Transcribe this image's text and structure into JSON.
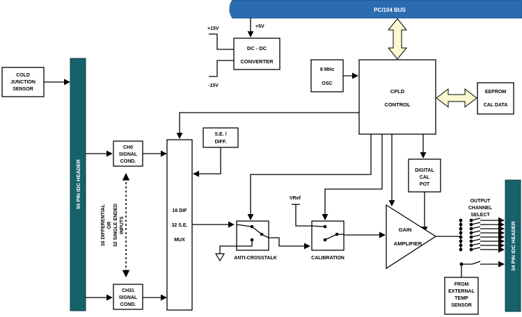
{
  "colors": {
    "bus": "#2b6cb0",
    "bus_edge": "#1e4f86",
    "header": "#17626a",
    "bidir_arrow_fill": "#fcf8cf",
    "line": "#000000",
    "background": "#ffffff"
  },
  "labels": {
    "pc104_bus": "PC/104 BUS",
    "plus5v": "+5V",
    "plus15v": "+15V",
    "minus15v": "-15V",
    "dcdc_line1": "DC - DC",
    "dcdc_line2": "CONVERTER",
    "cold_line1": "COLD",
    "cold_line2": "JUNCTION",
    "cold_line3": "SENSOR",
    "osc_line1": "8 MHz",
    "osc_line2": "OSC",
    "cpld_line1": "CPLD",
    "cpld_line2": "CONTROL",
    "eeprom_line1": "EEPROM",
    "eeprom_line2": "CAL DATA",
    "header50": "50 PIN IDC HEADER",
    "header34": "34 PIN IDC HEADER",
    "ch0_line1": "CH0",
    "ch0_line2": "SIGNAL",
    "ch0_line3": "COND.",
    "ch31_line1": "CH31",
    "ch31_line2": "SIGNAL",
    "ch31_line3": "COND.",
    "se_diff_line1": "S.E. /",
    "se_diff_line2": "DIFF.",
    "mux_line1": "16 DIF",
    "mux_line2": "32 S.E.",
    "mux_line3": "MUX",
    "inputs_line1": "16 DIFFERENTIAL",
    "inputs_line2": "OR",
    "inputs_line3": "32 SINGLE ENDED",
    "inputs_line4": "INPUTS",
    "vref": "VRef",
    "anti_crosstalk": "ANTI-CROSSTALK",
    "calibration": "CALIBRATION",
    "gain_line1": "GAIN",
    "gain_line2": "AMPLIFIER",
    "digital_line1": "DIGITAL",
    "digital_line2": "CAL",
    "digital_line3": "POT",
    "ocs_line1": "OUTPUT",
    "ocs_line2": "CHANNEL",
    "ocs_line3": "SELECT",
    "ext_line1": "FROM",
    "ext_line2": "EXTERNAL",
    "ext_line3": "TEMP",
    "ext_line4": "SENSOR"
  }
}
